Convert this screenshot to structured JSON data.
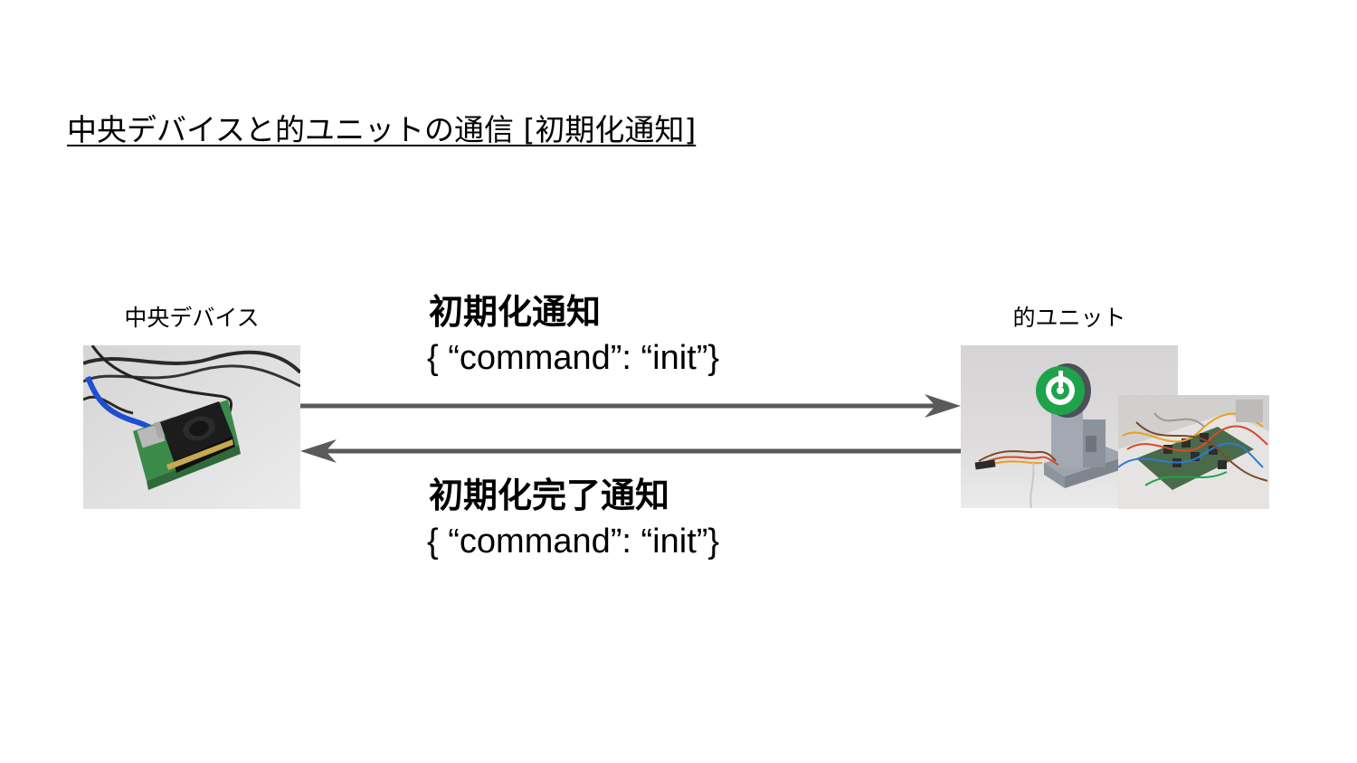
{
  "slide": {
    "title": "中央デバイスと的ユニットの通信 [初期化通知]"
  },
  "nodes": {
    "central": {
      "label": "中央デバイス"
    },
    "target": {
      "label": "的ユニット"
    }
  },
  "messages": {
    "init": {
      "title": "初期化通知",
      "payload": "{ “command”: “init”}"
    },
    "init_done": {
      "title": "初期化完了通知",
      "payload": "{ “command”: “init”}"
    }
  },
  "colors": {
    "arrow": "#5a5a5a",
    "target_ring": "#1fa34a"
  }
}
